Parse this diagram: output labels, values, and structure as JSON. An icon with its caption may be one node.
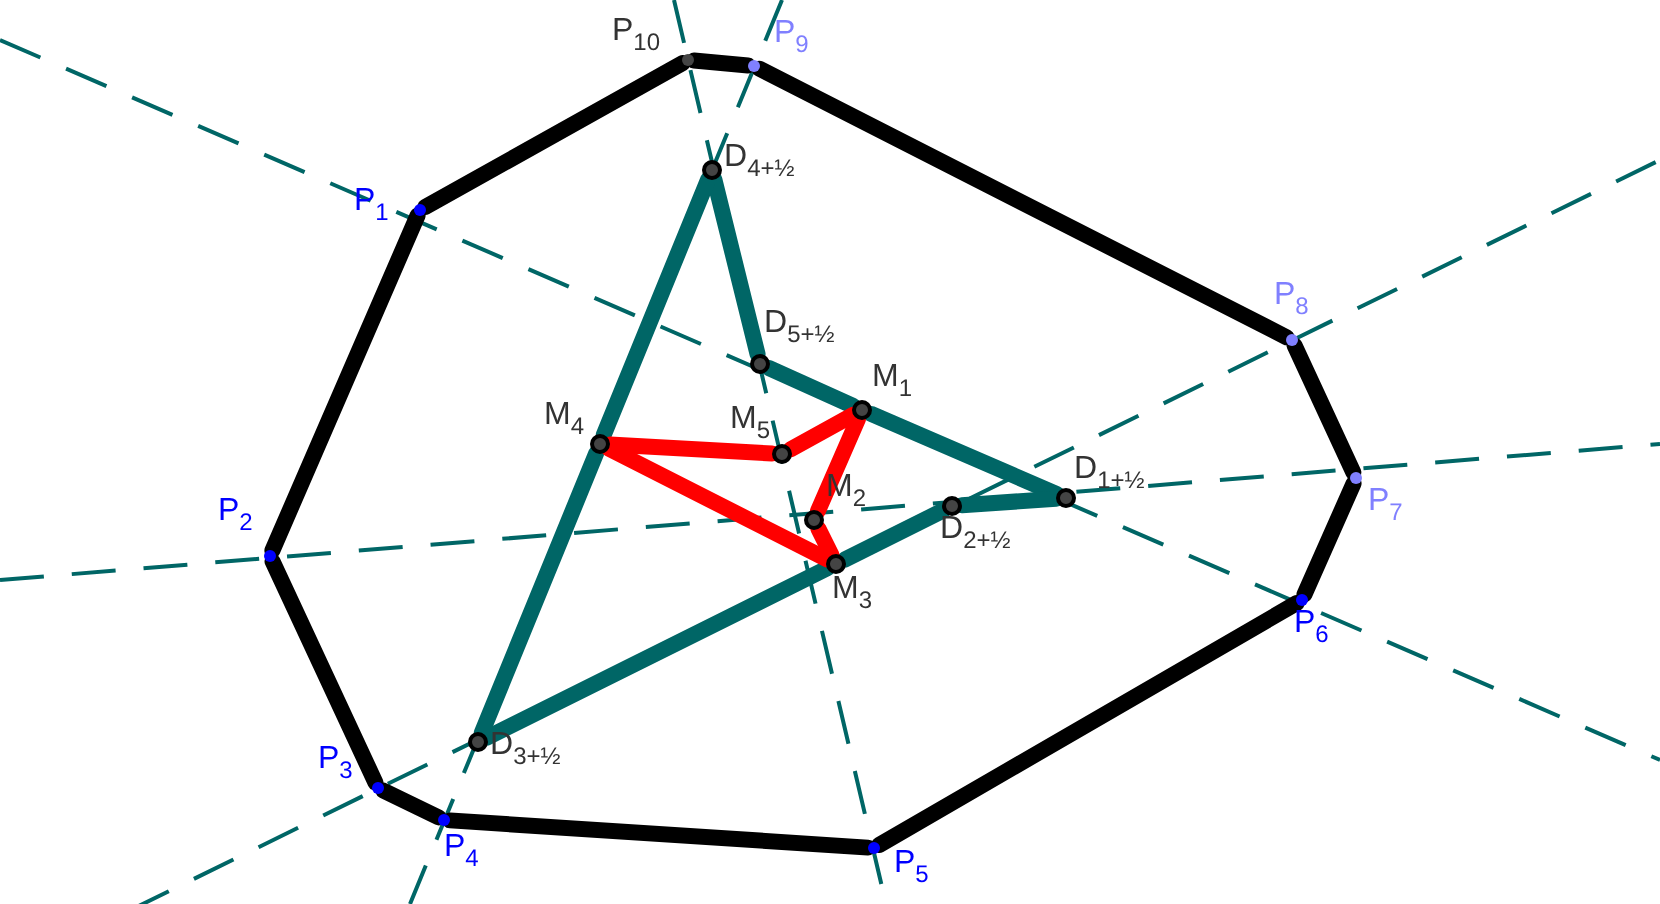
{
  "diagram": {
    "nodes": [
      {
        "text": [
          "P$_{1}$"
        ]
      },
      {
        "text": [
          "P$_{2}$"
        ]
      },
      {
        "text": [
          "P$_{3}$"
        ]
      },
      {
        "text": [
          "P$_{4}$"
        ]
      },
      {
        "text": [
          "P$_{5}$"
        ]
      },
      {
        "text": [
          "P$_{6}$"
        ]
      },
      {
        "text": [
          "P$_{7}$"
        ]
      },
      {
        "text": [
          "P$_{8}$"
        ]
      },
      {
        "text": [
          "P$_{9}$"
        ]
      },
      {
        "text": [
          "P$_{10}$"
        ]
      },
      {
        "text": [
          "D$_{4+½}$"
        ]
      },
      {
        "text": [
          "D$_{5+½}$"
        ]
      },
      {
        "text": [
          "D$_{1+½}$"
        ]
      },
      {
        "text": [
          "D$_{2+½}$"
        ]
      },
      {
        "text": [
          "D$_{3+½}$"
        ]
      },
      {
        "text": [
          "M$_{1}$"
        ]
      },
      {
        "text": [
          "M$_{2}$"
        ]
      },
      {
        "text": [
          "M$_{3}$"
        ]
      },
      {
        "text": [
          "M$_{4}$"
        ]
      },
      {
        "text": [
          "M$_{5}$"
        ]
      }
    ],
    "edges": [
      {
        "from": 0,
        "to": 1,
        "arrow": "none"
      },
      {
        "from": 1,
        "to": 2,
        "arrow": "none"
      },
      {
        "from": 2,
        "to": 3,
        "arrow": "none"
      },
      {
        "from": 3,
        "to": 4,
        "arrow": "none"
      },
      {
        "from": 4,
        "to": 5,
        "arrow": "none"
      },
      {
        "from": 5,
        "to": 6,
        "arrow": "none"
      },
      {
        "from": 6,
        "to": 7,
        "arrow": "none"
      },
      {
        "from": 7,
        "to": 8,
        "arrow": "none"
      },
      {
        "from": 8,
        "to": 9,
        "arrow": "none"
      },
      {
        "from": 9,
        "to": 0,
        "arrow": "none"
      },
      {
        "from": 10,
        "to": 11,
        "arrow": "none",
        "color": "#006666"
      },
      {
        "from": 11,
        "to": 15,
        "arrow": "none",
        "color": "#006666"
      },
      {
        "from": 15,
        "to": 12,
        "arrow": "none",
        "color": "#006666"
      },
      {
        "from": 12,
        "to": 13,
        "arrow": "none",
        "color": "#006666"
      },
      {
        "from": 13,
        "to": 17,
        "arrow": "none",
        "color": "#006666"
      },
      {
        "from": 17,
        "to": 14,
        "arrow": "none",
        "color": "#006666"
      },
      {
        "from": 14,
        "to": 18,
        "arrow": "none",
        "color": "#006666"
      },
      {
        "from": 18,
        "to": 10,
        "arrow": "none",
        "color": "#006666"
      },
      {
        "from": 18,
        "to": 19,
        "arrow": "none",
        "color": "#ff0000"
      },
      {
        "from": 19,
        "to": 15,
        "arrow": "none",
        "color": "#ff0000"
      },
      {
        "from": 15,
        "to": 16,
        "arrow": "none",
        "color": "#ff0000"
      },
      {
        "from": 16,
        "to": 17,
        "arrow": "none",
        "color": "#ff0000"
      },
      {
        "from": 17,
        "to": 18,
        "arrow": "none",
        "color": "#ff0000"
      }
    ]
  }
}
